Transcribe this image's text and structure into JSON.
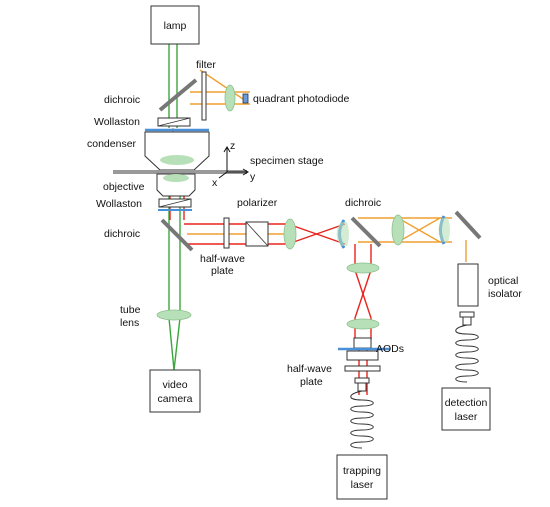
{
  "labels": {
    "lamp": "lamp",
    "filter": "filter",
    "dichroic_top": "dichroic",
    "quadrant_photodiode": "quadrant photodiode",
    "wollaston_top": "Wollaston",
    "condenser": "condenser",
    "specimen_stage": "specimen stage",
    "objective": "objective",
    "wollaston_bottom": "Wollaston",
    "dichroic_left": "dichroic",
    "polarizer": "polarizer",
    "dichroic_right": "dichroic",
    "half_wave_plate_1_line1": "half-wave",
    "half_wave_plate_1_line2": "plate",
    "tube_lens_line1": "tube",
    "tube_lens_line2": "lens",
    "video_camera_line1": "video",
    "video_camera_line2": "camera",
    "aods": "AODs",
    "half_wave_plate_2_line1": "half-wave",
    "half_wave_plate_2_line2": "plate",
    "optical_isolator_line1": "optical",
    "optical_isolator_line2": "isolator",
    "detection_laser_line1": "detection",
    "detection_laser_line2": "laser",
    "trapping_laser_line1": "trapping",
    "trapping_laser_line2": "laser",
    "axis_z": "z",
    "axis_y": "y",
    "axis_x": "x"
  },
  "colors": {
    "trap_beam": "#e8231c",
    "detection_beam": "#f0a030",
    "imaging_beam": "#3aa63a",
    "lens": "#b8e0b8",
    "dichroic_edge": "#4a90d8",
    "component_stroke": "#333333"
  }
}
